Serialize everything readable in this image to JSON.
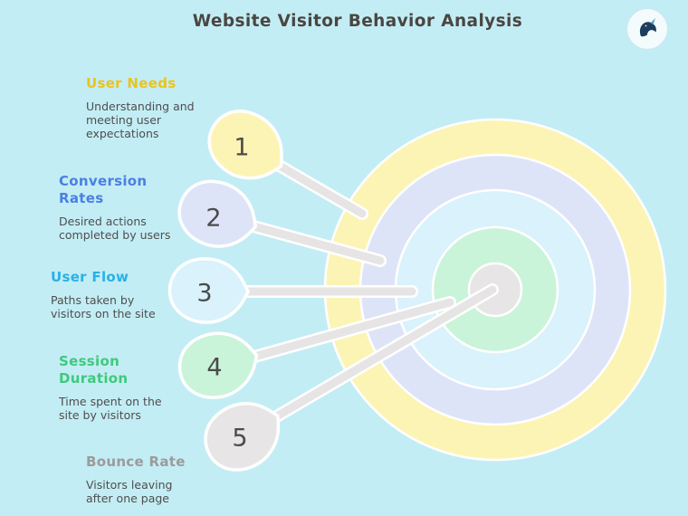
{
  "title": "Website Visitor Behavior Analysis",
  "background_color": "#c3edf4",
  "colors": {
    "title_text": "#4a4642",
    "body_text": "#4e4e4e",
    "number_text": "#4b4b4b",
    "pointer": "#e6e4e4",
    "outline": "#ffffff",
    "logo_bg": "#f4fbfd",
    "logo_mark_dark": "#1d3d5e",
    "logo_mark_accent": "#3e9fd4"
  },
  "logo": {
    "icon": "narwhal-logo-icon"
  },
  "items": [
    {
      "number": "1",
      "label": "User Needs",
      "description": "Understanding and\nmeeting user\nexpectations",
      "heading_color": "#eac41e",
      "fill_color": "#fcf4b4"
    },
    {
      "number": "2",
      "label": "Conversion\nRates",
      "description": "Desired actions\ncompleted by users",
      "heading_color": "#4a7fe4",
      "fill_color": "#dee4f8"
    },
    {
      "number": "3",
      "label": "User Flow",
      "description": "Paths taken by\nvisitors on the site",
      "heading_color": "#29b1e6",
      "fill_color": "#d9f2fb"
    },
    {
      "number": "4",
      "label": "Session\nDuration",
      "description": "Time spent on the\nsite by visitors",
      "heading_color": "#3ec97e",
      "fill_color": "#c9f4da"
    },
    {
      "number": "5",
      "label": "Bounce Rate",
      "description": "Visitors leaving\nafter one page",
      "heading_color": "#9b9b9b",
      "fill_color": "#e7e5e5"
    }
  ]
}
